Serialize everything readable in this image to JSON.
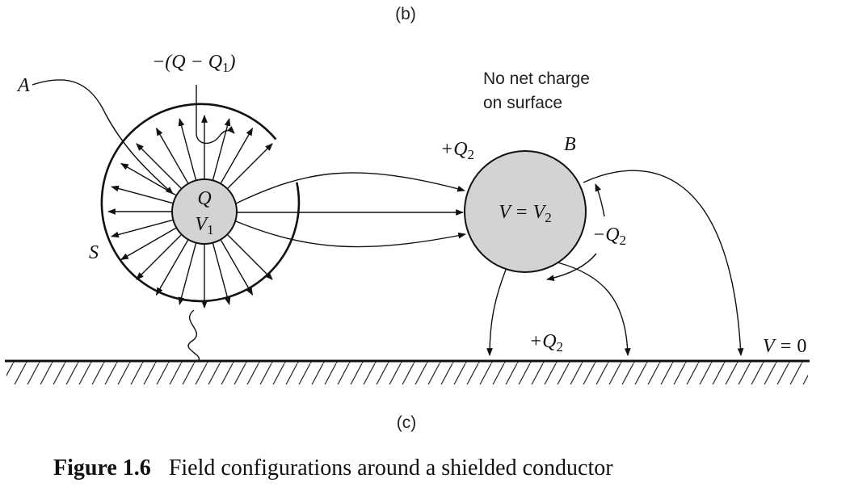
{
  "labels": {
    "panel_b": "(b)",
    "panel_c": "(c)",
    "point_a": "A",
    "shield_charge": "−(Q − Q1)",
    "surface_s": "S",
    "inner_charge": "Q",
    "inner_potential": "V1",
    "no_net_line1": "No net charge",
    "no_net_line2": "on surface",
    "plus_q2_top": "+Q2",
    "sphere_b": "B",
    "sphere_b_potential": "V = V2",
    "minus_q2": "−Q2",
    "plus_q2_ground": "+Q2",
    "ground_potential": "V = 0"
  },
  "caption": {
    "number": "Figure 1.6",
    "text": "Field configurations around a shielded conductor"
  },
  "colors": {
    "sphere_fill": "#d3d3d3",
    "ink": "#111111"
  }
}
